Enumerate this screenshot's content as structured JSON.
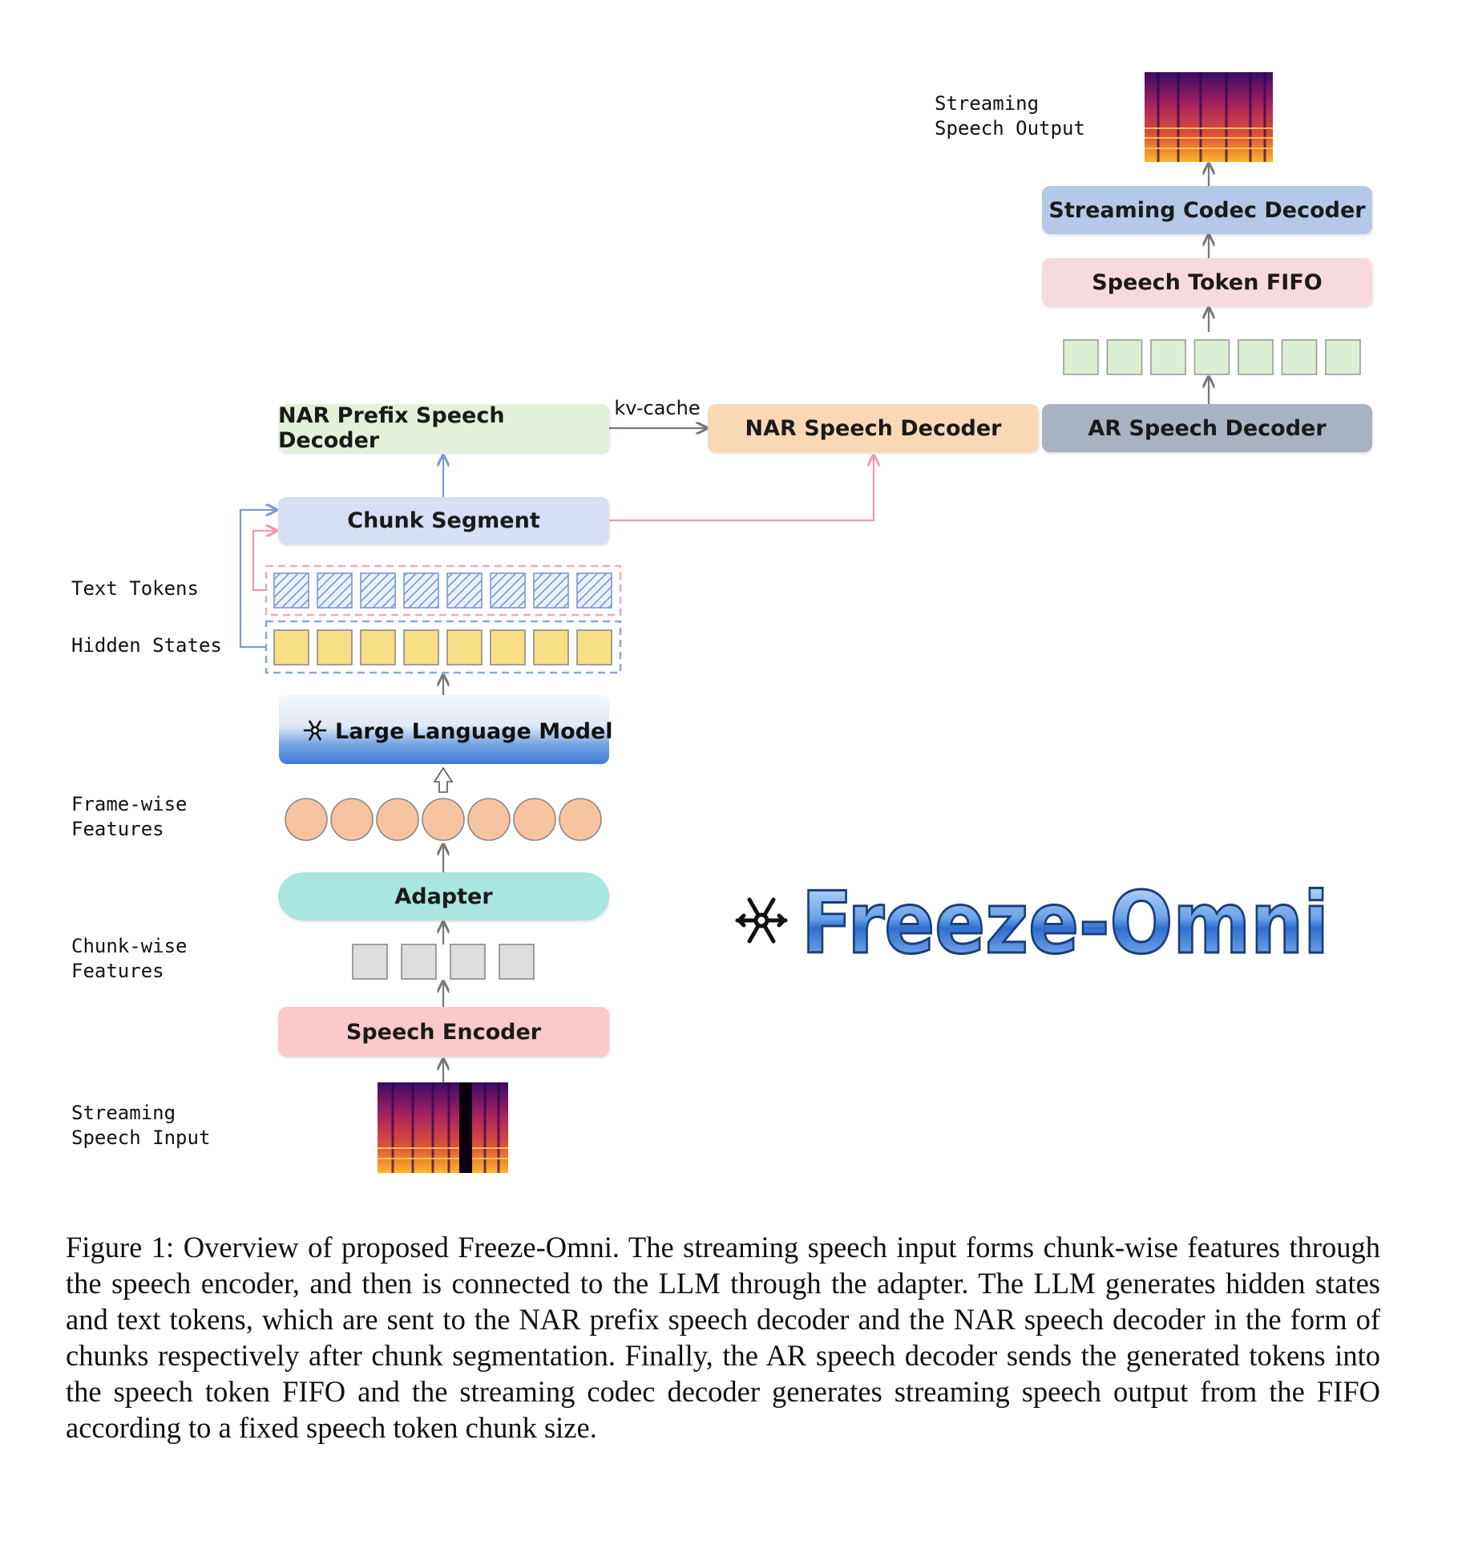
{
  "labels": {
    "streaming_speech_output": "Streaming\nSpeech Output",
    "text_tokens": "Text Tokens",
    "hidden_states": "Hidden States",
    "frame_wise_features": "Frame-wise\nFeatures",
    "chunk_wise_features": "Chunk-wise\nFeatures",
    "streaming_speech_input": "Streaming\nSpeech Input",
    "kv_cache": "kv-cache"
  },
  "blocks": {
    "streaming_codec_decoder": "Streaming Codec Decoder",
    "speech_token_fifo": "Speech Token FIFO",
    "nar_prefix_speech_decoder": "NAR Prefix Speech Decoder",
    "nar_speech_decoder": "NAR Speech Decoder",
    "ar_speech_decoder": "AR Speech Decoder",
    "chunk_segment": "Chunk Segment",
    "large_language_model": "Large Language Model",
    "adapter": "Adapter",
    "speech_encoder": "Speech Encoder"
  },
  "logo": {
    "text": "Freeze-Omni"
  },
  "caption": "Figure 1: Overview of proposed Freeze-Omni. The streaming speech input forms chunk-wise features through the speech encoder, and then is connected to the LLM through the adapter. The LLM generates hidden states and text tokens, which are sent to the NAR prefix speech decoder and the NAR speech decoder in the form of chunks respectively after chunk segmentation. Finally, the AR speech decoder sends the generated tokens into the speech token FIFO and the streaming codec decoder generates streaming speech output from the FIFO according to a fixed speech token chunk size.",
  "colors": {
    "codec_decoder": "#b6c8ea",
    "fifo": "#f8d9de",
    "nar_prefix": "#e3f1db",
    "nar_decoder": "#fbd8b5",
    "ar_decoder": "#a9b2c1",
    "chunk_segment": "#d6dff3",
    "adapter": "#a8e6df",
    "speech_encoder": "#f9c9cb",
    "hidden_state": "#f8df85",
    "text_token": "#5b84c8",
    "frame_feature": "#f6c3a0",
    "chunk_feature": "#dedede",
    "speech_token": "#dcefd5",
    "blue_arrow": "#7d9ad3",
    "pink_arrow": "#ee9aa6"
  }
}
